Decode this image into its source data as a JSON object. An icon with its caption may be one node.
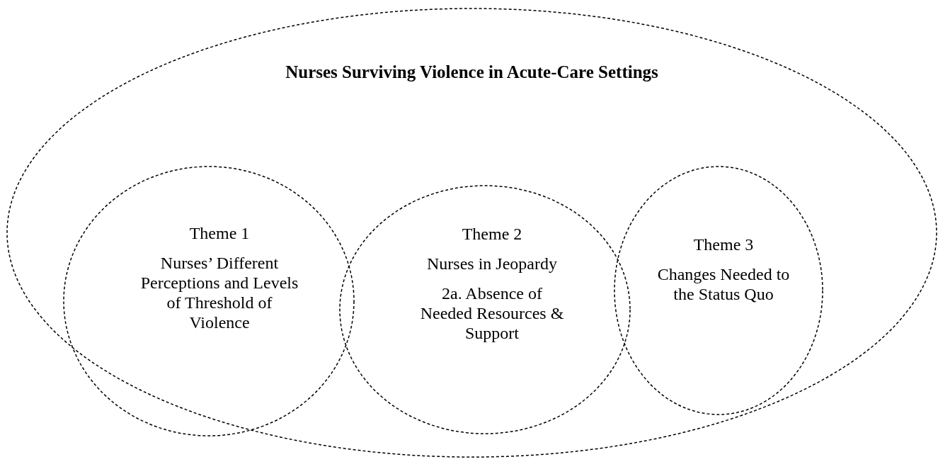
{
  "diagram": {
    "nodes": [
      {
        "text": [
          "Nurses Surviving Violence in Acute-Care Settings"
        ]
      },
      {
        "text": [
          "Theme 1",
          "Nurses’ Different Perceptions and Levels of Threshold of Violence"
        ],
        "in": 0
      },
      {
        "text": [
          "Theme 2",
          "Nurses in Jeopardy",
          "2a. Absence of Needed Resources & Support"
        ],
        "in": 0
      },
      {
        "text": [
          "Theme 3",
          "Changes Needed to the Status Quo"
        ],
        "in": 0
      }
    ]
  }
}
